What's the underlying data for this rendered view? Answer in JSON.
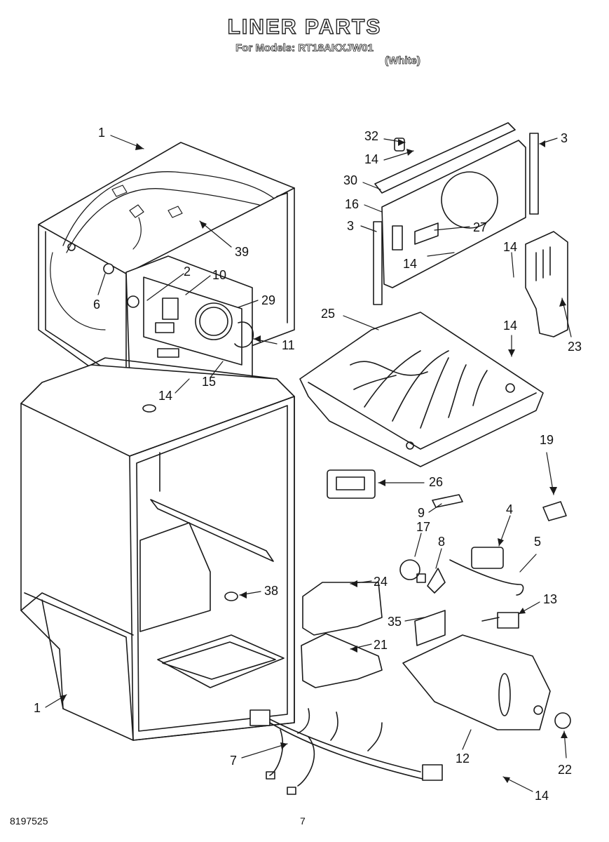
{
  "header": {
    "title": "LINER PARTS",
    "model_line": "For Models: RT18AKXJW01",
    "color_line": "(White)"
  },
  "footer": {
    "doc_number": "8197525",
    "page_number": "7"
  },
  "callouts": [
    "1",
    "32",
    "14",
    "30",
    "16",
    "3",
    "27",
    "14",
    "3",
    "14",
    "23",
    "39",
    "6",
    "2",
    "10",
    "29",
    "11",
    "25",
    "14",
    "14",
    "15",
    "19",
    "26",
    "9",
    "4",
    "17",
    "8",
    "5",
    "24",
    "38",
    "13",
    "35",
    "21",
    "1",
    "12",
    "22",
    "7",
    "14"
  ],
  "colors": {
    "ink": "#1a1a1a",
    "paper": "#ffffff",
    "gray": "#555555"
  }
}
